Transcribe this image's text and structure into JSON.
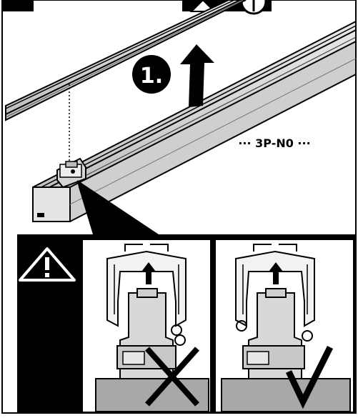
{
  "step": {
    "number": "1."
  },
  "product_label": "··· 3P-N0 ···",
  "panels": [
    {
      "name": "incorrect",
      "mark": "cross"
    },
    {
      "name": "correct",
      "mark": "check"
    }
  ],
  "icons": [
    "warning-icon",
    "arrow-up-icon",
    "cross-icon",
    "check-icon"
  ]
}
